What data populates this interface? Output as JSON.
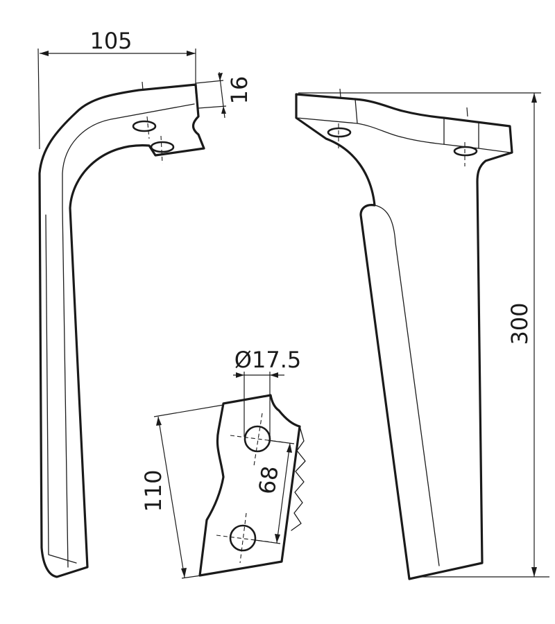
{
  "drawing": {
    "dimensions": {
      "width": "105",
      "thickness": "16",
      "height": "300",
      "hole_diameter": "Ø17.5",
      "hole_spacing": "68",
      "plate_length": "110"
    },
    "colors": {
      "stroke": "#1a1a1a",
      "background": "#ffffff"
    }
  }
}
